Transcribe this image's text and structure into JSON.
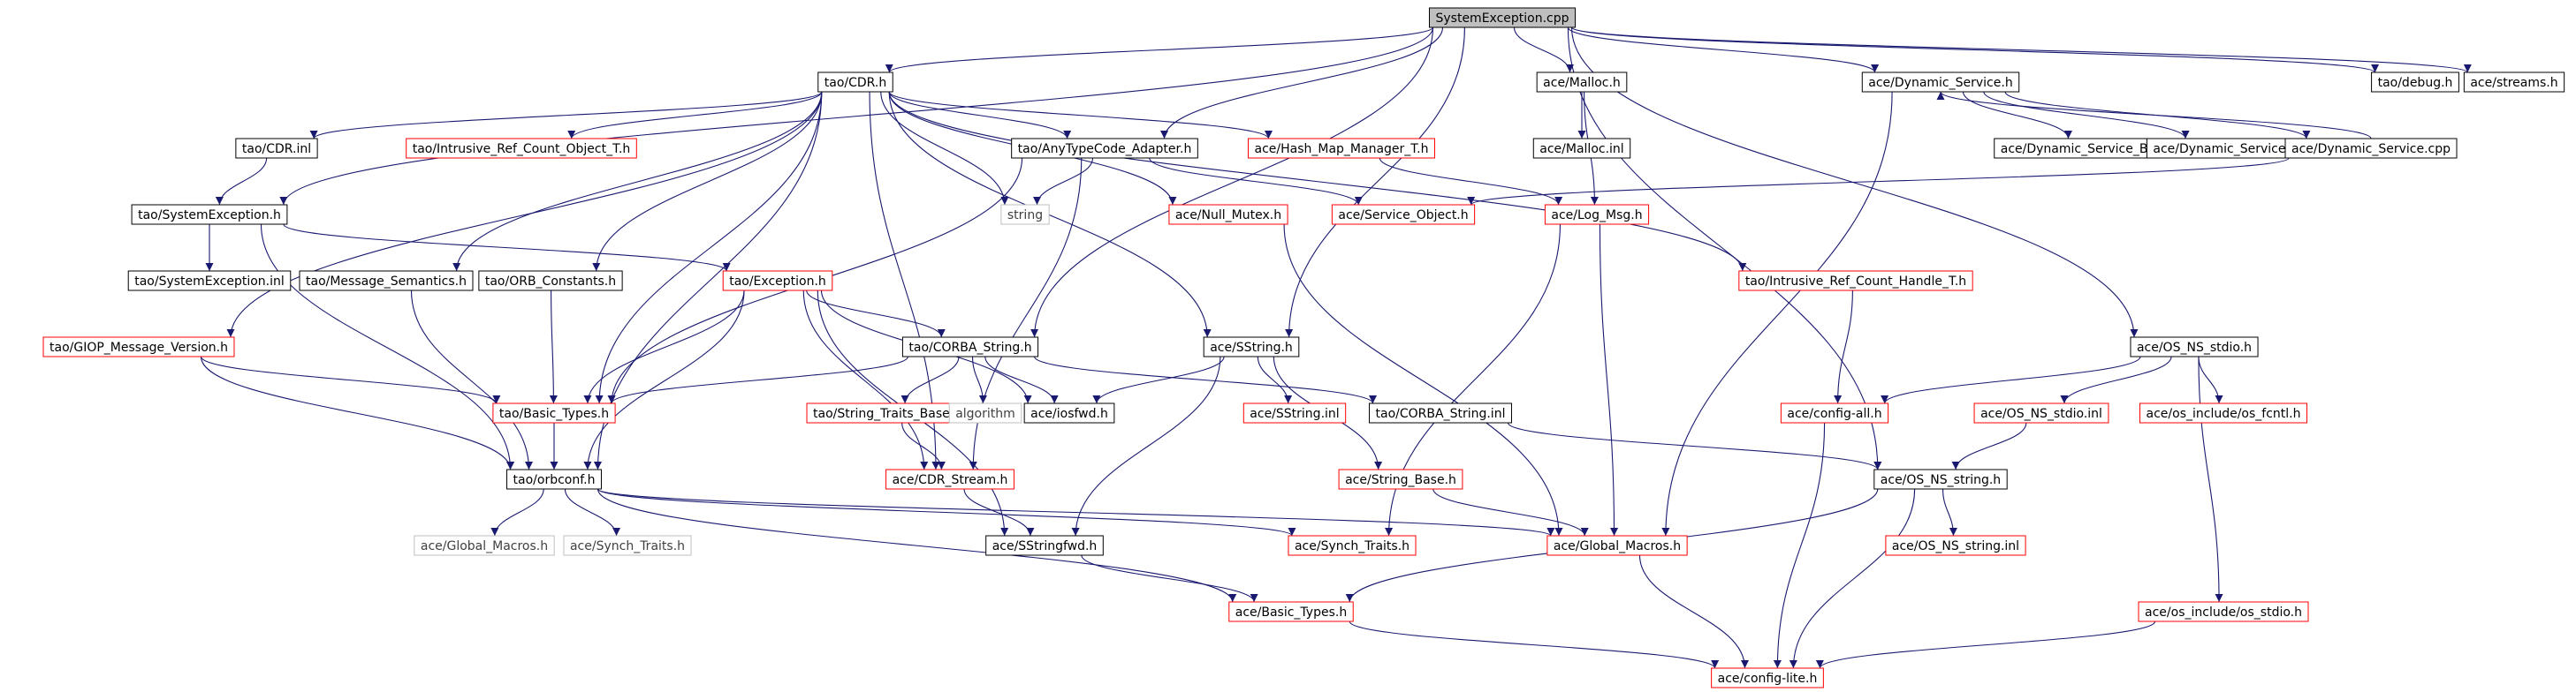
{
  "diagram": {
    "title": "",
    "nodes": [
      {
        "id": "root",
        "label": "SystemException.cpp",
        "style": "root"
      },
      {
        "id": "cdr_h",
        "label": "tao/CDR.h",
        "style": "black"
      },
      {
        "id": "ace_malloc_h",
        "label": "ace/Malloc.h",
        "style": "black"
      },
      {
        "id": "ace_dynsvc_h",
        "label": "ace/Dynamic_Service.h",
        "style": "black"
      },
      {
        "id": "tao_debug_h",
        "label": "tao/debug.h",
        "style": "black"
      },
      {
        "id": "ace_streams_h",
        "label": "ace/streams.h",
        "style": "black"
      },
      {
        "id": "cdr_inl",
        "label": "tao/CDR.inl",
        "style": "black"
      },
      {
        "id": "intrusive_ref",
        "label": "tao/Intrusive_Ref_Count_Object_T.h",
        "style": "red"
      },
      {
        "id": "anytype",
        "label": "tao/AnyTypeCode_Adapter.h",
        "style": "black"
      },
      {
        "id": "hashmap",
        "label": "ace/Hash_Map_Manager_T.h",
        "style": "red"
      },
      {
        "id": "ace_malloc_inl",
        "label": "ace/Malloc.inl",
        "style": "black"
      },
      {
        "id": "dynsvc_base",
        "label": "ace/Dynamic_Service_Base.h",
        "style": "black"
      },
      {
        "id": "dynsvc_inl",
        "label": "ace/Dynamic_Service.inl",
        "style": "black"
      },
      {
        "id": "dynsvc_cpp",
        "label": "ace/Dynamic_Service.cpp",
        "style": "black"
      },
      {
        "id": "sysexc_h",
        "label": "tao/SystemException.h",
        "style": "black"
      },
      {
        "id": "string",
        "label": "string",
        "style": "gray"
      },
      {
        "id": "null_mutex",
        "label": "ace/Null_Mutex.h",
        "style": "red"
      },
      {
        "id": "svc_obj",
        "label": "ace/Service_Object.h",
        "style": "red"
      },
      {
        "id": "log_msg",
        "label": "ace/Log_Msg.h",
        "style": "red"
      },
      {
        "id": "sysexc_inl",
        "label": "tao/SystemException.inl",
        "style": "black"
      },
      {
        "id": "msg_sem",
        "label": "tao/Message_Semantics.h",
        "style": "black"
      },
      {
        "id": "orb_const",
        "label": "tao/ORB_Constants.h",
        "style": "black"
      },
      {
        "id": "exception_h",
        "label": "tao/Exception.h",
        "style": "red"
      },
      {
        "id": "intrusive_handle",
        "label": "tao/Intrusive_Ref_Count_Handle_T.h",
        "style": "red"
      },
      {
        "id": "giop_ver",
        "label": "tao/GIOP_Message_Version.h",
        "style": "red"
      },
      {
        "id": "corba_string_h",
        "label": "tao/CORBA_String.h",
        "style": "black"
      },
      {
        "id": "sstring_h",
        "label": "ace/SString.h",
        "style": "black"
      },
      {
        "id": "os_ns_stdio",
        "label": "ace/OS_NS_stdio.h",
        "style": "black"
      },
      {
        "id": "tao_basic_types",
        "label": "tao/Basic_Types.h",
        "style": "red"
      },
      {
        "id": "str_traits",
        "label": "tao/String_Traits_Base_T.h",
        "style": "red"
      },
      {
        "id": "algorithm",
        "label": "algorithm",
        "style": "gray"
      },
      {
        "id": "iosfwd",
        "label": "ace/iosfwd.h",
        "style": "black"
      },
      {
        "id": "sstring_inl",
        "label": "ace/SString.inl",
        "style": "red"
      },
      {
        "id": "corba_string_inl",
        "label": "tao/CORBA_String.inl",
        "style": "black"
      },
      {
        "id": "config_all",
        "label": "ace/config-all.h",
        "style": "red"
      },
      {
        "id": "os_ns_stdio_inl",
        "label": "ace/OS_NS_stdio.inl",
        "style": "red"
      },
      {
        "id": "os_fcntl",
        "label": "ace/os_include/os_fcntl.h",
        "style": "red"
      },
      {
        "id": "orbconf",
        "label": "tao/orbconf.h",
        "style": "black"
      },
      {
        "id": "cdr_stream",
        "label": "ace/CDR_Stream.h",
        "style": "red"
      },
      {
        "id": "string_base",
        "label": "ace/String_Base.h",
        "style": "red"
      },
      {
        "id": "os_ns_string",
        "label": "ace/OS_NS_string.h",
        "style": "black"
      },
      {
        "id": "global_macros_gray",
        "label": "ace/Global_Macros.h",
        "style": "gray"
      },
      {
        "id": "synch_traits_gray",
        "label": "ace/Synch_Traits.h",
        "style": "gray"
      },
      {
        "id": "sstringfwd",
        "label": "ace/SStringfwd.h",
        "style": "black"
      },
      {
        "id": "synch_traits_red",
        "label": "ace/Synch_Traits.h",
        "style": "red"
      },
      {
        "id": "global_macros_red",
        "label": "ace/Global_Macros.h",
        "style": "red"
      },
      {
        "id": "os_ns_string_inl",
        "label": "ace/OS_NS_string.inl",
        "style": "red"
      },
      {
        "id": "ace_basic_types",
        "label": "ace/Basic_Types.h",
        "style": "red"
      },
      {
        "id": "os_stdio",
        "label": "ace/os_include/os_stdio.h",
        "style": "red"
      },
      {
        "id": "config_lite",
        "label": "ace/config-lite.h",
        "style": "red"
      }
    ],
    "edges": [
      [
        "root",
        "cdr_h"
      ],
      [
        "root",
        "ace_malloc_h"
      ],
      [
        "root",
        "ace_dynsvc_h"
      ],
      [
        "root",
        "tao_debug_h"
      ],
      [
        "root",
        "ace_streams_h"
      ],
      [
        "root",
        "sysexc_h"
      ],
      [
        "root",
        "anytype"
      ],
      [
        "root",
        "corba_string_h"
      ],
      [
        "root",
        "sstring_h"
      ],
      [
        "root",
        "os_ns_stdio"
      ],
      [
        "root",
        "os_ns_string"
      ],
      [
        "cdr_h",
        "cdr_inl"
      ],
      [
        "cdr_h",
        "intrusive_ref"
      ],
      [
        "cdr_h",
        "anytype"
      ],
      [
        "cdr_h",
        "hashmap"
      ],
      [
        "cdr_h",
        "string"
      ],
      [
        "cdr_h",
        "null_mutex"
      ],
      [
        "cdr_h",
        "msg_sem"
      ],
      [
        "cdr_h",
        "orb_const"
      ],
      [
        "cdr_h",
        "intrusive_handle"
      ],
      [
        "cdr_h",
        "giop_ver"
      ],
      [
        "cdr_h",
        "sstring_h"
      ],
      [
        "cdr_h",
        "tao_basic_types"
      ],
      [
        "cdr_h",
        "cdr_stream"
      ],
      [
        "cdr_h",
        "orbconf"
      ],
      [
        "cdr_inl",
        "sysexc_h"
      ],
      [
        "ace_malloc_h",
        "ace_malloc_inl"
      ],
      [
        "ace_malloc_h",
        "log_msg"
      ],
      [
        "ace_dynsvc_h",
        "dynsvc_base"
      ],
      [
        "ace_dynsvc_h",
        "dynsvc_inl"
      ],
      [
        "ace_dynsvc_h",
        "dynsvc_cpp"
      ],
      [
        "ace_dynsvc_h",
        "global_macros_red"
      ],
      [
        "dynsvc_cpp",
        "ace_dynsvc_h"
      ],
      [
        "dynsvc_cpp",
        "svc_obj"
      ],
      [
        "anytype",
        "string"
      ],
      [
        "anytype",
        "svc_obj"
      ],
      [
        "anytype",
        "tao_basic_types"
      ],
      [
        "anytype",
        "cdr_stream"
      ],
      [
        "hashmap",
        "log_msg"
      ],
      [
        "null_mutex",
        "global_macros_red"
      ],
      [
        "log_msg",
        "global_macros_red"
      ],
      [
        "log_msg",
        "synch_traits_red"
      ],
      [
        "sysexc_h",
        "sysexc_inl"
      ],
      [
        "sysexc_h",
        "exception_h"
      ],
      [
        "sysexc_h",
        "orbconf"
      ],
      [
        "msg_sem",
        "orbconf"
      ],
      [
        "orb_const",
        "tao_basic_types"
      ],
      [
        "exception_h",
        "corba_string_h"
      ],
      [
        "exception_h",
        "iosfwd"
      ],
      [
        "exception_h",
        "tao_basic_types"
      ],
      [
        "exception_h",
        "orbconf"
      ],
      [
        "exception_h",
        "cdr_stream"
      ],
      [
        "exception_h",
        "sstringfwd"
      ],
      [
        "giop_ver",
        "tao_basic_types"
      ],
      [
        "giop_ver",
        "orbconf"
      ],
      [
        "intrusive_handle",
        "config_all"
      ],
      [
        "corba_string_h",
        "tao_basic_types"
      ],
      [
        "corba_string_h",
        "str_traits"
      ],
      [
        "corba_string_h",
        "algorithm"
      ],
      [
        "corba_string_h",
        "iosfwd"
      ],
      [
        "corba_string_h",
        "corba_string_inl"
      ],
      [
        "sstring_h",
        "iosfwd"
      ],
      [
        "sstring_h",
        "sstring_inl"
      ],
      [
        "sstring_h",
        "string_base"
      ],
      [
        "sstring_h",
        "sstringfwd"
      ],
      [
        "os_ns_stdio",
        "config_all"
      ],
      [
        "os_ns_stdio",
        "os_ns_stdio_inl"
      ],
      [
        "os_ns_stdio",
        "os_fcntl"
      ],
      [
        "os_ns_stdio",
        "os_stdio"
      ],
      [
        "tao_basic_types",
        "orbconf"
      ],
      [
        "str_traits",
        "cdr_stream"
      ],
      [
        "cdr_stream",
        "sstringfwd"
      ],
      [
        "corba_string_inl",
        "os_ns_string"
      ],
      [
        "config_all",
        "config_lite"
      ],
      [
        "os_ns_stdio_inl",
        "os_ns_string"
      ],
      [
        "orbconf",
        "global_macros_gray"
      ],
      [
        "orbconf",
        "synch_traits_gray"
      ],
      [
        "orbconf",
        "synch_traits_red"
      ],
      [
        "orbconf",
        "global_macros_red"
      ],
      [
        "orbconf",
        "ace_basic_types"
      ],
      [
        "string_base",
        "global_macros_red"
      ],
      [
        "os_ns_string",
        "os_ns_string_inl"
      ],
      [
        "os_ns_string",
        "ace_basic_types"
      ],
      [
        "os_ns_string",
        "config_lite"
      ],
      [
        "sstringfwd",
        "ace_basic_types"
      ],
      [
        "global_macros_red",
        "config_lite"
      ],
      [
        "ace_basic_types",
        "config_lite"
      ],
      [
        "os_stdio",
        "config_lite"
      ]
    ]
  },
  "colors": {
    "edge": "#191970",
    "box_black": "#000000",
    "box_red": "#ff0000",
    "box_gray": "#bfbfbf",
    "root_fill": "#bfbfbf"
  }
}
